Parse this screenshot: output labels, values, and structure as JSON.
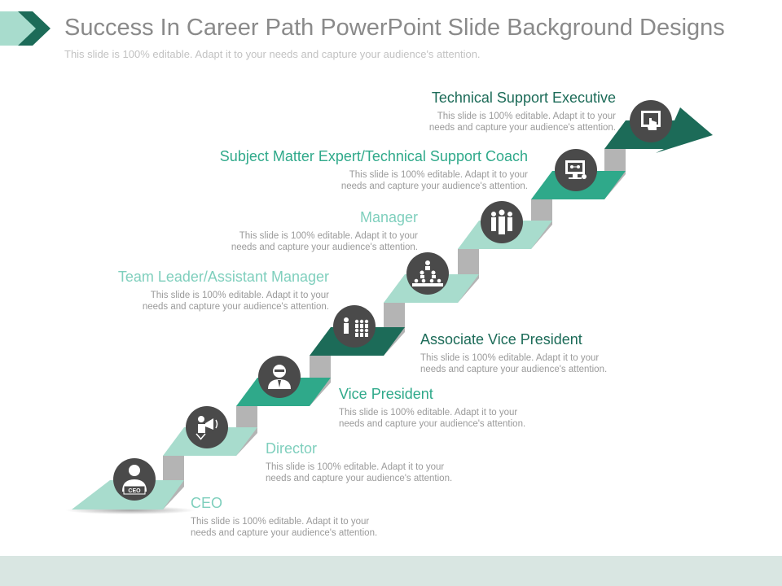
{
  "title": "Success In Career Path PowerPoint Slide Background Designs",
  "subtitle": "This slide is 100% editable. Adapt it to your needs and capture your audience's attention.",
  "colors": {
    "dark_green": "#1c6b58",
    "mid_green": "#2fa98a",
    "light_green": "#a8dccd",
    "riser_gray": "#b4b4b4",
    "icon_circle": "#4a4a4a",
    "footer": "#d9e6e2",
    "chevron_dark": "#1c6b58",
    "chevron_light": "#a8dccd"
  },
  "steps": [
    {
      "name": "CEO",
      "desc_line1": "This slide is 100% editable. Adapt it to your",
      "desc_line2": "needs and capture your audience's attention.",
      "icon": "ceo-person-icon",
      "color": "light"
    },
    {
      "name": "Director",
      "desc_line1": "This slide is 100% editable. Adapt it to your",
      "desc_line2": "needs and capture your audience's attention.",
      "icon": "megaphone-person-icon",
      "color": "light"
    },
    {
      "name": "Vice President",
      "desc_line1": "This slide is 100% editable. Adapt it to your",
      "desc_line2": "needs and capture your audience's attention.",
      "icon": "businessman-icon",
      "color": "mid"
    },
    {
      "name": "Associate Vice President",
      "desc_line1": "This slide is 100% editable. Adapt it to your",
      "desc_line2": "needs and capture your audience's attention.",
      "icon": "presenter-team-icon",
      "color": "dark"
    },
    {
      "name": "Team Leader/Assistant Manager",
      "desc_line1": "This slide is 100% editable. Adapt it to your",
      "desc_line2": "needs and capture your audience's attention.",
      "icon": "hierarchy-group-icon",
      "color": "light"
    },
    {
      "name": "Manager",
      "desc_line1": "This slide is 100% editable. Adapt it to your",
      "desc_line2": "needs and capture your audience's attention.",
      "icon": "team-group-icon",
      "color": "light"
    },
    {
      "name": "Subject Matter Expert/Technical Support Coach",
      "desc_line1": "This slide is 100% editable. Adapt it to your",
      "desc_line2": "needs and capture your audience's attention.",
      "icon": "computer-support-icon",
      "color": "mid"
    },
    {
      "name": "Technical Support Executive",
      "desc_line1": "This slide is 100% editable. Adapt it to your",
      "desc_line2": "needs and capture your audience's attention.",
      "icon": "touch-screen-icon",
      "color": "dark"
    }
  ]
}
